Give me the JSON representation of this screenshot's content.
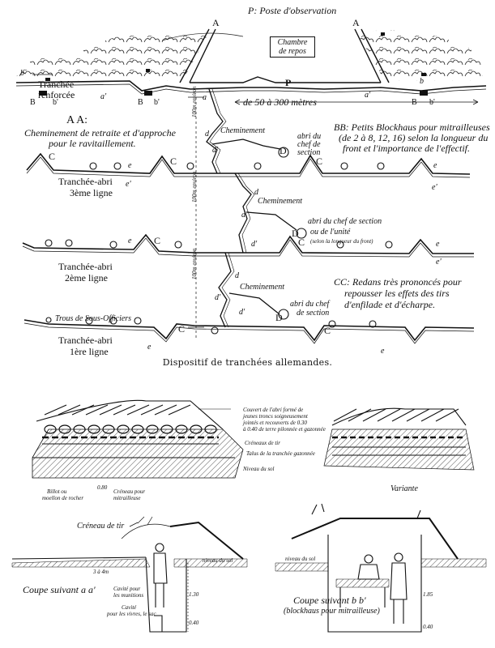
{
  "top": {
    "observation_post": "P: Poste d'observation",
    "rest_room": "Chambre de repos",
    "reinforced_trench_1": "Tranchée",
    "reinforced_trench_2": "renforcée",
    "distance": "de 50 à 300 mètres",
    "letters": {
      "A": "A",
      "P": "P",
      "B": "B",
      "b": "b",
      "b_prime": "b'",
      "a": "a",
      "a_prime": "a'"
    }
  },
  "legend": {
    "aa_title": "A A:",
    "aa_text_1": "Cheminement de retraite et d'approche",
    "aa_text_2": "pour le ravitaillement.",
    "bb_title": "BB: Petits Blockhaus pour mitrailleuses",
    "bb_text_1": "(de 2 à 8, 12, 16) selon la longueur du",
    "bb_text_2": "front et l'importance de l'effectif.",
    "cc_title": "CC: Redans très prononcés pour",
    "cc_text_1": "repousser les effets des tirs",
    "cc_text_2": "d'enfilade et d'écharpe."
  },
  "lines": {
    "cheminement": "Cheminement",
    "abri_chef_1": "abri du",
    "abri_chef_2": "chef de",
    "abri_chef_3": "section",
    "abri_chef_b1": "abri du chef de section",
    "abri_chef_b2": "ou de l'unité",
    "abri_chef_b3": "(selon la longueur du front)",
    "abri_chef_c1": "abri du chef",
    "abri_chef_c2": "de section",
    "trench_3_a": "Tranchée-abri",
    "trench_3_b": "3ème ligne",
    "trench_2_a": "Tranchée-abri",
    "trench_2_b": "2ème ligne",
    "trench_1_a": "Tranchée-abri",
    "trench_1_b": "1ère ligne",
    "troux": "Trous de Sous-Officiers",
    "dist_100_a": "100m environ",
    "dist_100_b": "100m environ",
    "dist_100_c": "100m environ",
    "letters": {
      "C": "C",
      "c": "c",
      "d": "d",
      "d_prime": "d'",
      "D": "D",
      "e": "e",
      "e_prime": "e'"
    }
  },
  "caption": "Dispositif de tranchées allemandes.",
  "blockhaus": {
    "roof_1": "Couvert de l'abri formé de",
    "roof_2": "jeunes troncs soigneusement",
    "roof_3": "jointés et recouverts de 0.30",
    "roof_4": "à 0.40 de terre pilonnée et gazonnée",
    "creneaux": "Créneaux de tir",
    "talus": "Talus de la tranchée gazonnée",
    "niveau": "Niveau du sol",
    "billot_1": "Billot ou",
    "billot_2": "moellon de rocher",
    "creneau_mitr_1": "Créneau pour",
    "creneau_mitr_2": "mitrailleuse",
    "variante": "Variante",
    "dim_080": "0.80"
  },
  "section_a": {
    "creneau": "Créneau de tir",
    "dims": "3 à 4m",
    "cavite_1": "Cavité pour",
    "cavite_2": "les munitions",
    "cavite_3": "Cavité",
    "cavite_4": "pour les vivres, le sac",
    "niveau": "niveau du sol",
    "title_1": "Coupe suivant a a'",
    "d1": "1.30",
    "d2": "0.40"
  },
  "section_b": {
    "niveau": "niveau du sol",
    "title_1": "Coupe suivant b b'",
    "title_2": "(blockhaus pour mitrailleuse)",
    "d1": "1.85",
    "d2": "0.40"
  }
}
